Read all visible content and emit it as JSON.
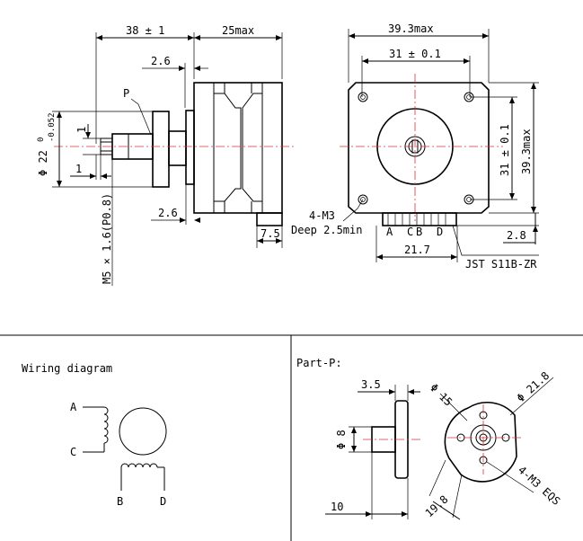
{
  "side_view": {
    "dim_length": "38 ± 1",
    "dim_body": "25max",
    "dim_flange": "2.6",
    "dim_flange_bottom": "2.6",
    "dim_connector": "7.5",
    "label_part": "P",
    "dim_shaft_dia": "Φ 22",
    "dim_shaft_tol_top": "0",
    "dim_shaft_tol_bottom": "-0.052",
    "dim_one_top": "1",
    "dim_one_bottom": "1",
    "dim_thread": "M5 × 1.6(P0.8)"
  },
  "front_view": {
    "dim_overall": "39.3max",
    "dim_holes": "31 ± 0.1",
    "dim_holes_v": "31 ± 0.1",
    "dim_overall_v": "39.3max",
    "label_screw": "4-M3",
    "label_depth": "Deep 2.5min",
    "pins": [
      "A",
      "C",
      "B",
      "D"
    ],
    "dim_conn_width": "21.7",
    "dim_conn_depth": "2.8",
    "label_connector": "JST S11B-ZR"
  },
  "wiring": {
    "title": "Wiring diagram",
    "labels": [
      "A",
      "C",
      "B",
      "D"
    ]
  },
  "part_p": {
    "title": "Part-P:",
    "dim_width": "3.5",
    "dim_dia": "Φ 8",
    "dim_length": "10",
    "dim_pcd": "Φ 15",
    "dim_outer": "Φ 21.8",
    "dim_flat": "19.8",
    "label_holes": "4-M3 EQS"
  }
}
